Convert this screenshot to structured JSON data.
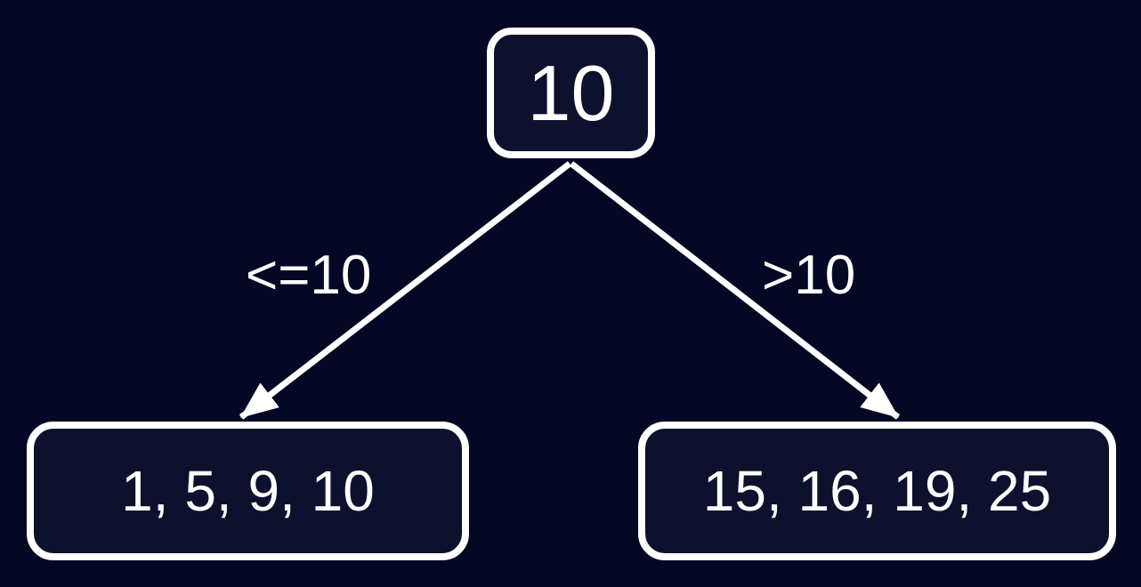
{
  "colors": {
    "background": "#040824",
    "node_fill": "#0d112e",
    "stroke": "#ffffff",
    "text": "#ffffff"
  },
  "tree": {
    "root": {
      "label": "10"
    },
    "edges": {
      "left": {
        "label": "<=10"
      },
      "right": {
        "label": ">10"
      }
    },
    "leaves": {
      "left": {
        "label": "1, 5, 9, 10"
      },
      "right": {
        "label": "15, 16, 19, 25"
      }
    }
  }
}
